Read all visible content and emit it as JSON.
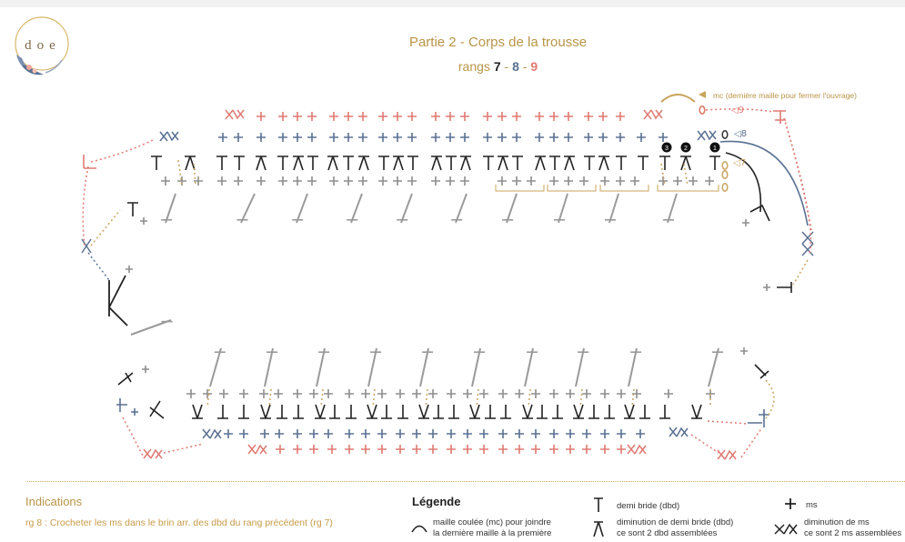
{
  "logo": {
    "text": "doe"
  },
  "header": {
    "title": "Partie 2 - Corps de la trousse",
    "rows_prefix": "rangs",
    "row7": "7",
    "row8": "8",
    "row9": "9",
    "sep": " - "
  },
  "chart": {
    "stitch_number_marks": [
      "3",
      "2",
      "1"
    ],
    "row_markers": [
      {
        "symbol": "◁",
        "label": "9"
      },
      {
        "symbol": "◁",
        "label": "8"
      },
      {
        "symbol": "◁",
        "label": "7"
      }
    ],
    "mc_note": "mc (dernière  maille pour fermer l'ouvrage)"
  },
  "indications": {
    "title": "Indications",
    "text": "rg 8 : Crocheter les ms dans le brin arr. des dbd du rang précédent (rg 7)"
  },
  "legend": {
    "title": "Légende",
    "items": [
      {
        "icon": "slip-stitch-icon",
        "line1": "maille coulée (mc) pour joindre",
        "line2": "la dernière maille à la première"
      },
      {
        "icon": "half-double-crochet-icon",
        "line1": "demi bride (dbd)",
        "line2": ""
      },
      {
        "icon": "hdc-decrease-icon",
        "line1": "diminution de demi bride (dbd)",
        "line2": "ce sont 2 dbd assemblées"
      },
      {
        "icon": "single-crochet-icon",
        "line1": "ms",
        "line2": ""
      },
      {
        "icon": "sc-decrease-icon",
        "line1": "diminution de ms",
        "line2": "ce sont 2 ms assemblées"
      }
    ]
  },
  "colors": {
    "black": "#222222",
    "blue": "#5a7193",
    "pink": "#e07a72",
    "gold": "#c9a45d",
    "grey": "#8e8e8e"
  }
}
